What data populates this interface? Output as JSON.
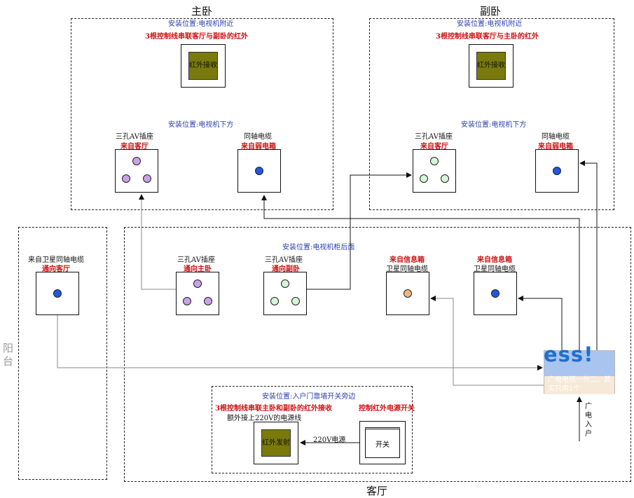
{
  "rooms": {
    "master": "主卧",
    "second": "副卧",
    "living": "客厅",
    "balcony": "阳台"
  },
  "master": {
    "ir_location": "安装位置:电视机附近",
    "ir_note": "3根控制线串联客厅与副卧的红外",
    "ir_label": "红外接收",
    "tv_location": "安装位置:电视机下方",
    "av_name": "三孔AV插座",
    "av_source": "来自客厅",
    "coax_name": "同轴电缆",
    "coax_source": "来自弱电箱"
  },
  "second": {
    "ir_location": "安装位置:电视机附近",
    "ir_note": "3根控制线串联客厅与主卧的红外",
    "ir_label": "红外接收",
    "tv_location": "安装位置:电视机下方",
    "av_name": "三孔AV插座",
    "av_source": "来自客厅",
    "coax_name": "同轴电缆",
    "coax_source": "来自弱电箱"
  },
  "balcony_box": {
    "name": "来自卫星同轴电缆",
    "dest": "通向客厅"
  },
  "living": {
    "location": "安装位置:电视机柜后面",
    "av1_name": "三孔AV插座",
    "av1_dest": "通向主卧",
    "av2_name": "三孔AV插座",
    "av2_dest": "通向副卧",
    "sat1_source": "来自信息箱",
    "sat1_name": "卫星同轴电缆",
    "sat2_source": "来自信息箱",
    "sat2_name": "卫星同轴电缆"
  },
  "splitter": {
    "logo": "ess!",
    "note": "广电电视一分二，其实只用1个"
  },
  "cable_in": "广电入户",
  "entry": {
    "location": "安装位置:入户门靠墙开关旁边",
    "ir_note": "3根控制线串联主卧和副卧的红外接收",
    "power_note": "额外接上220V的电源线",
    "ir_label": "红外发射",
    "power_wire": "220V电源",
    "switch_title": "控制红外电源开关",
    "switch_label": "开关"
  },
  "colors": {
    "ir_fill": "#7a7a0c",
    "purple_hole": "#c8a2e8",
    "green_hole": "#d6f5d6",
    "blue_hole": "#2457e0",
    "orange_hole": "#f2b47f",
    "label_blue": "#2b3fb0",
    "label_red": "#cc1111"
  }
}
